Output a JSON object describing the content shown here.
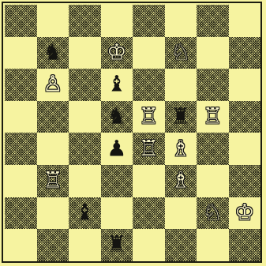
{
  "board": {
    "light_color": "#f6f3a0",
    "dark_color": "#141410",
    "pieces": [
      {
        "square": "b7",
        "color": "black",
        "type": "knight",
        "glyph": "♞"
      },
      {
        "square": "d7",
        "color": "white",
        "type": "king",
        "glyph": "♔"
      },
      {
        "square": "f7",
        "color": "white",
        "type": "knight",
        "glyph": "♘"
      },
      {
        "square": "b6",
        "color": "white",
        "type": "pawn",
        "glyph": "♙"
      },
      {
        "square": "d6",
        "color": "black",
        "type": "bishop",
        "glyph": "♝"
      },
      {
        "square": "d5",
        "color": "black",
        "type": "knight",
        "glyph": "♞"
      },
      {
        "square": "e5",
        "color": "white",
        "type": "rook",
        "glyph": "♖"
      },
      {
        "square": "f5",
        "color": "black",
        "type": "rook",
        "glyph": "♜"
      },
      {
        "square": "g5",
        "color": "white",
        "type": "rook",
        "glyph": "♖"
      },
      {
        "square": "d4",
        "color": "black",
        "type": "pawn",
        "glyph": "♟"
      },
      {
        "square": "e4",
        "color": "white",
        "type": "rook",
        "glyph": "♖"
      },
      {
        "square": "f4",
        "color": "white",
        "type": "bishop",
        "glyph": "♗"
      },
      {
        "square": "b3",
        "color": "white",
        "type": "rook",
        "glyph": "♖"
      },
      {
        "square": "f3",
        "color": "white",
        "type": "bishop",
        "glyph": "♗"
      },
      {
        "square": "c2",
        "color": "black",
        "type": "bishop",
        "glyph": "♝"
      },
      {
        "square": "g2",
        "color": "white",
        "type": "knight",
        "glyph": "♘"
      },
      {
        "square": "h2",
        "color": "white",
        "type": "king",
        "glyph": "♔"
      },
      {
        "square": "d1",
        "color": "black",
        "type": "rook",
        "glyph": "♜"
      }
    ]
  }
}
